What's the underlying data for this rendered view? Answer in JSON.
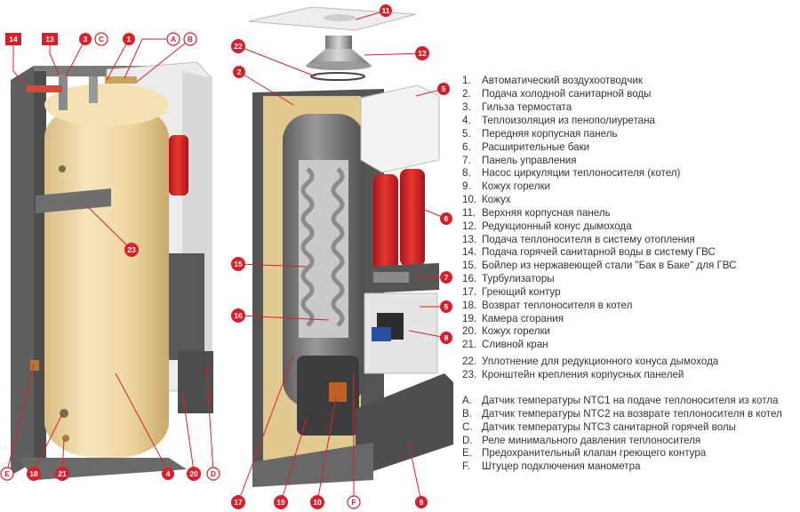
{
  "callouts_left": [
    {
      "id": "14",
      "shape": "square"
    },
    {
      "id": "13",
      "shape": "square"
    },
    {
      "id": "3",
      "shape": "circle"
    },
    {
      "id": "C",
      "shape": "letter"
    },
    {
      "id": "1",
      "shape": "circle"
    },
    {
      "id": "A",
      "shape": "letter"
    },
    {
      "id": "B",
      "shape": "letter"
    },
    {
      "id": "23",
      "shape": "circle"
    },
    {
      "id": "E",
      "shape": "letter"
    },
    {
      "id": "18",
      "shape": "circle"
    },
    {
      "id": "21",
      "shape": "circle"
    },
    {
      "id": "4",
      "shape": "circle"
    },
    {
      "id": "20",
      "shape": "circle"
    },
    {
      "id": "D",
      "shape": "letter"
    }
  ],
  "callouts_right": [
    {
      "id": "11",
      "shape": "circle"
    },
    {
      "id": "22",
      "shape": "circle"
    },
    {
      "id": "12",
      "shape": "circle"
    },
    {
      "id": "2",
      "shape": "circle"
    },
    {
      "id": "5",
      "shape": "circle"
    },
    {
      "id": "6",
      "shape": "circle"
    },
    {
      "id": "15",
      "shape": "circle"
    },
    {
      "id": "7",
      "shape": "circle"
    },
    {
      "id": "5",
      "shape": "circle"
    },
    {
      "id": "16",
      "shape": "circle"
    },
    {
      "id": "8",
      "shape": "circle"
    },
    {
      "id": "17",
      "shape": "circle"
    },
    {
      "id": "19",
      "shape": "circle"
    },
    {
      "id": "10",
      "shape": "circle"
    },
    {
      "id": "F",
      "shape": "letter"
    },
    {
      "id": "9",
      "shape": "circle"
    }
  ],
  "legend": [
    {
      "key": "1.",
      "text": "Автоматический воздухоотводчик"
    },
    {
      "key": "2.",
      "text": "Подача холодной санитарной воды"
    },
    {
      "key": "3.",
      "text": "Гильза термостата"
    },
    {
      "key": "4.",
      "text": "Теплоизоляция из пенополиуретана"
    },
    {
      "key": "5.",
      "text": "Передняя корпусная панель"
    },
    {
      "key": "6.",
      "text": "Расширительные баки"
    },
    {
      "key": "7.",
      "text": "Панель управления"
    },
    {
      "key": "8.",
      "text": "Насос циркуляции теплоносителя (котел)"
    },
    {
      "key": "9.",
      "text": "Кожух горелки"
    },
    {
      "key": "10.",
      "text": "Кожух"
    },
    {
      "key": "11.",
      "text": "Верхняя корпусная панель"
    },
    {
      "key": "12.",
      "text": "Редукционный конус дымохода"
    },
    {
      "key": "13.",
      "text": "Подача теплоносителя в систему отопления"
    },
    {
      "key": "14.",
      "text": "Подача горячей санитарной воды в систему ГВС"
    },
    {
      "key": "15.",
      "text": "Бойлер из нержавеющей стали \"Бак в Баке\" для ГВС"
    },
    {
      "key": "16.",
      "text": "Турбулизаторы"
    },
    {
      "key": "17.",
      "text": "Греющий контур"
    },
    {
      "key": "18.",
      "text": "Возврат теплоносителя в котел"
    },
    {
      "key": "19.",
      "text": "Камера сгорания"
    },
    {
      "key": "20.",
      "text": "Кожух горелки"
    },
    {
      "key": "21.",
      "text": "Сливной кран"
    },
    {
      "key": "22.",
      "text": "Уплотнение для редукционного конуса дымохода"
    },
    {
      "key": "23.",
      "text": "Кронштейн крепления корпусных панелей"
    },
    {
      "key": "A.",
      "text": "Датчик температуры NTC1 на подаче теплоносителя из котла"
    },
    {
      "key": "B.",
      "text": "Датчик температуры NTC2 на возврате теплоносителя в котел"
    },
    {
      "key": "C.",
      "text": "Датчик температуры NTC3 санитарной горячей волы"
    },
    {
      "key": "D.",
      "text": "Реле минимального давления теплоносителя"
    },
    {
      "key": "E.",
      "text": "Предохранительный клапан греющего контура"
    },
    {
      "key": "F.",
      "text": "Штуцер подключения манометра"
    }
  ],
  "colors": {
    "callout_red": "#d8202c",
    "tank_cream": "#f2dcaa",
    "casing_grey": "#6b6b6b",
    "panel_white": "#f2f2f2",
    "expansion_red": "#d42a25"
  }
}
